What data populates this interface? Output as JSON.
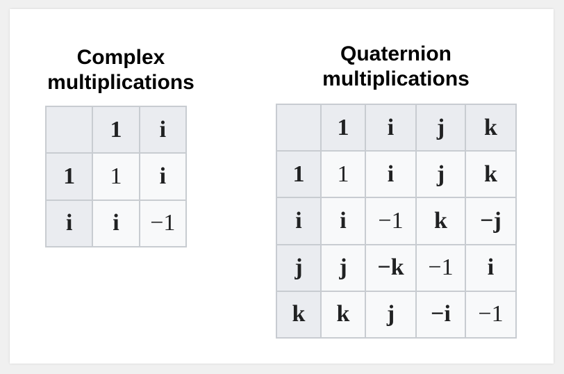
{
  "complex": {
    "title_line1": "Complex",
    "title_line2": "multiplications",
    "col_headers": [
      "1",
      "i"
    ],
    "rows": [
      {
        "header": "1",
        "cells": [
          "1",
          "i"
        ]
      },
      {
        "header": "i",
        "cells": [
          "i",
          "−1"
        ]
      }
    ]
  },
  "quaternion": {
    "title_line1": "Quaternion",
    "title_line2": "multiplications",
    "col_headers": [
      "1",
      "i",
      "j",
      "k"
    ],
    "rows": [
      {
        "header": "1",
        "cells": [
          "1",
          "i",
          "j",
          "k"
        ]
      },
      {
        "header": "i",
        "cells": [
          "i",
          "−1",
          "k",
          "−j"
        ]
      },
      {
        "header": "j",
        "cells": [
          "j",
          "−k",
          "−1",
          "i"
        ]
      },
      {
        "header": "k",
        "cells": [
          "k",
          "j",
          "−i",
          "−1"
        ]
      }
    ]
  }
}
